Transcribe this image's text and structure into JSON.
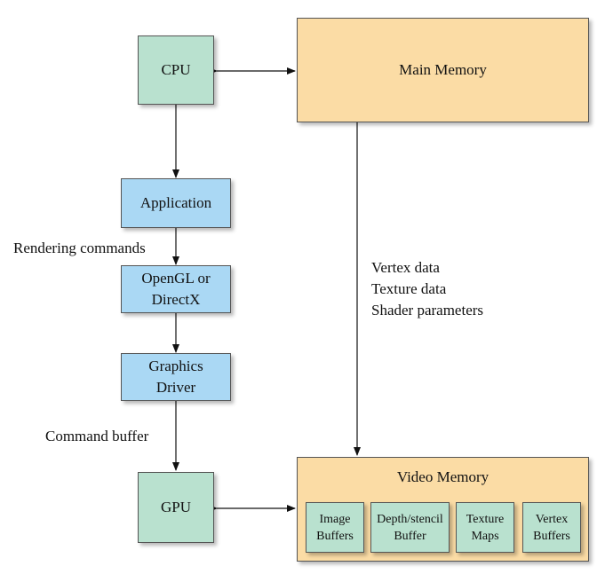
{
  "nodes": {
    "cpu": "CPU",
    "main_memory": "Main Memory",
    "application": "Application",
    "opengl": [
      "OpenGL or",
      "DirectX"
    ],
    "graphics_driver": [
      "Graphics",
      "Driver"
    ],
    "gpu": "GPU",
    "video_memory": "Video Memory",
    "video_memory_parts": [
      [
        "Image",
        "Buffers"
      ],
      [
        "Depth/stencil",
        "Buffer"
      ],
      [
        "Texture",
        "Maps"
      ],
      [
        "Vertex",
        "Buffers"
      ]
    ]
  },
  "edge_labels": {
    "rendering_commands": "Rendering commands",
    "command_buffer": "Command buffer",
    "memory_transfer": [
      "Vertex data",
      "Texture data",
      "Shader parameters"
    ]
  },
  "colors": {
    "processor": "#b9e1cf",
    "software": "#aad8f4",
    "memory": "#fbdca5"
  }
}
